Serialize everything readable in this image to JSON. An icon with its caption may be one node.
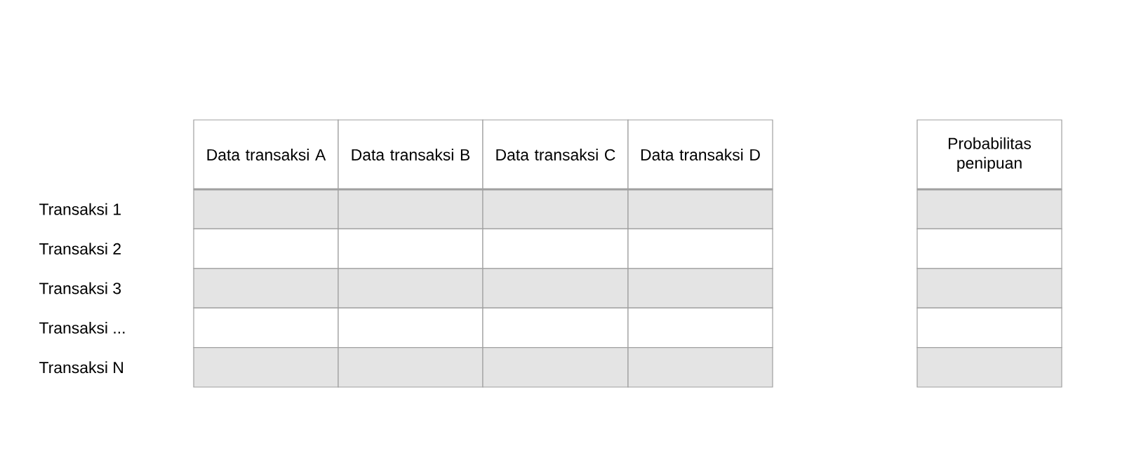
{
  "diagram": {
    "labels": [
      "Data transaksi A",
      "Data transaksi B",
      "Data transaksi C",
      "Data transaksi D",
      "Probabilitas penipuan",
      "Transaksi 1",
      "Transaksi 2",
      "Transaksi 3",
      "Transaksi ...",
      "Transaksi N"
    ]
  }
}
